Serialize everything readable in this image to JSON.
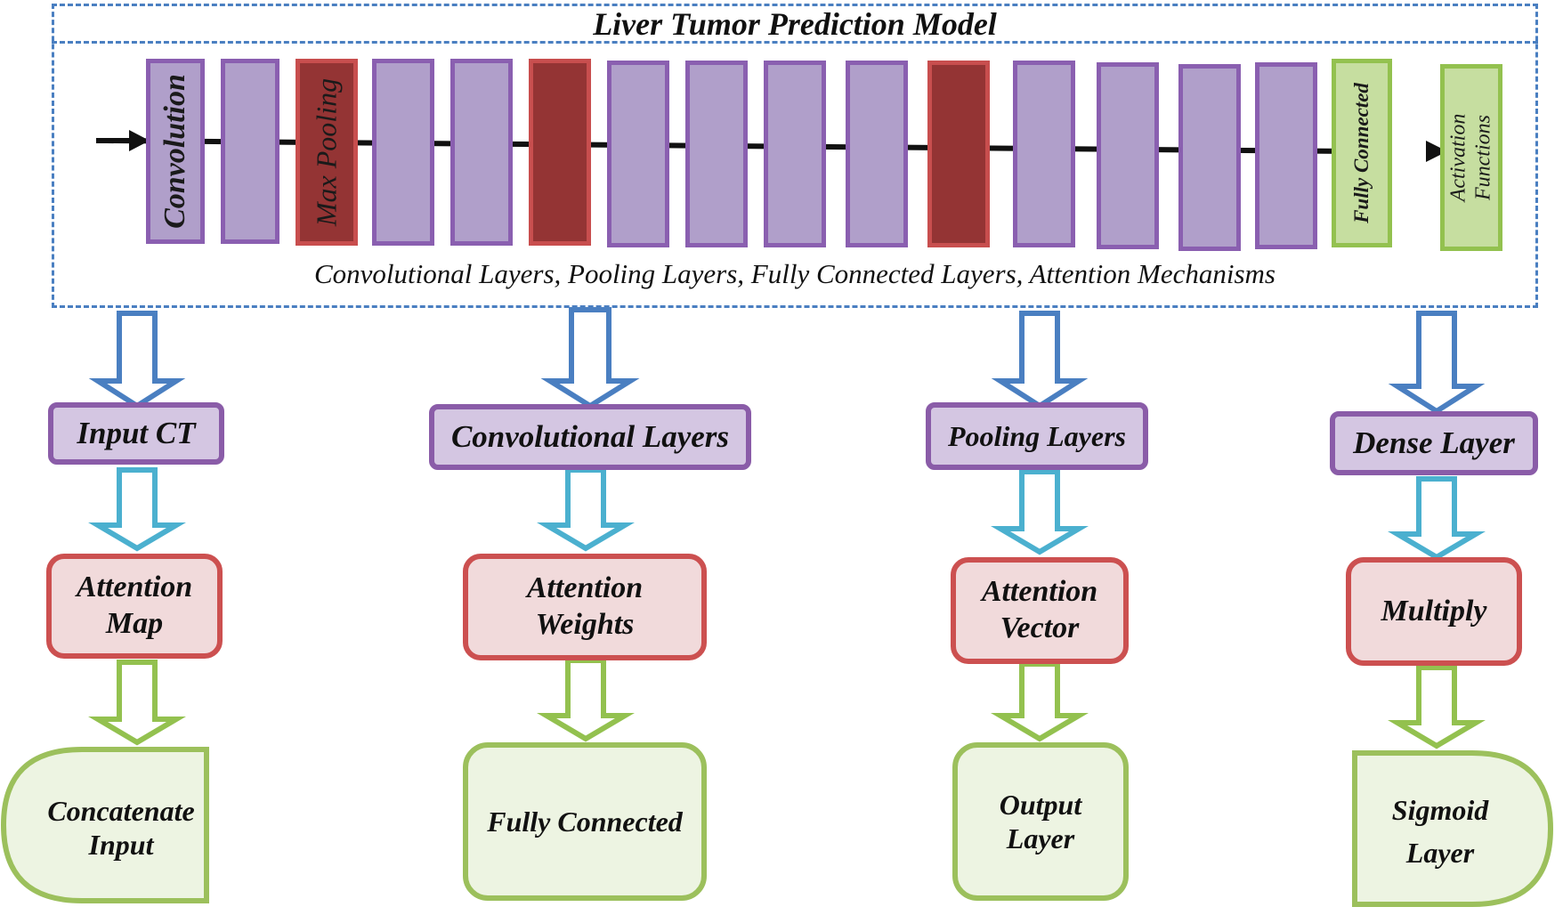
{
  "title": "Liver Tumor Prediction Model",
  "caption": "Convolutional Layers, Pooling Layers, Fully Connected Layers, Attention Mechanisms",
  "layer_labels": {
    "convolution": "Convolution",
    "max_pooling": "Max Pooling",
    "fully_connected": "Fully Connected",
    "activation_functions": "Activation\nFunctions"
  },
  "branches": [
    {
      "top": "Input CT",
      "middle": "Attention\nMap",
      "bottom": "Concatenate\nInput"
    },
    {
      "top": "Convolutional Layers",
      "middle": "Attention\nWeights",
      "bottom": "Fully Connected"
    },
    {
      "top": "Pooling Layers",
      "middle": "Attention\nVector",
      "bottom": "Output\nLayer"
    },
    {
      "top": "Dense Layer",
      "middle": "Multiply",
      "bottom": "Sigmoid\nLayer"
    }
  ],
  "colors": {
    "dashed_border": "#4a7fc1",
    "conv_layer_fill": "#b09fca",
    "conv_layer_border": "#8a5fb0",
    "pool_layer_fill": "#943434",
    "dense_layer_fill": "#c6dea0",
    "arrow_dark_blue": "#4a7fc1",
    "arrow_light_blue": "#4bb0cf",
    "arrow_green": "#93c14f",
    "purple_box_border": "#8a5ca8",
    "red_box_border": "#cc5050",
    "green_box_border": "#9cc05c"
  }
}
